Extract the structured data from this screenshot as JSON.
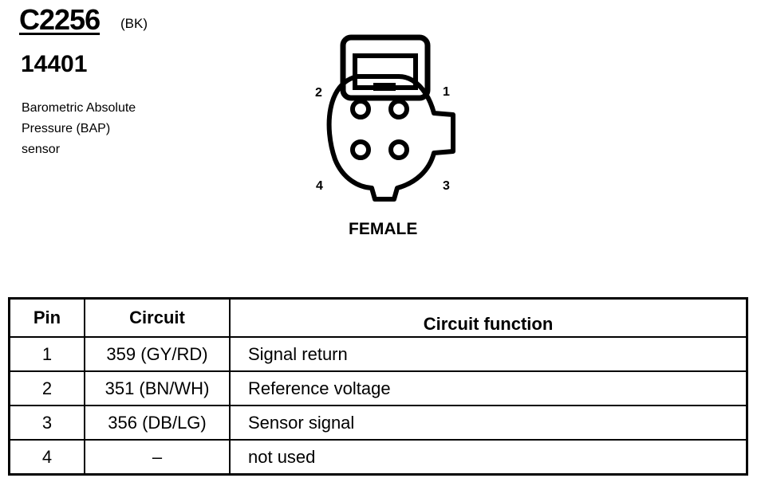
{
  "connector": {
    "id": "C2256",
    "color": "(BK)",
    "part_number": "14401",
    "description": [
      "Barometric Absolute",
      "Pressure (BAP)",
      "sensor"
    ],
    "gender": "FEMALE",
    "pin_labels": [
      "1",
      "2",
      "3",
      "4"
    ]
  },
  "table": {
    "headers": [
      "Pin",
      "Circuit",
      "Circuit function"
    ],
    "rows": [
      {
        "pin": "1",
        "circuit": "359 (GY/RD)",
        "function": "Signal return"
      },
      {
        "pin": "2",
        "circuit": "351 (BN/WH)",
        "function": "Reference voltage"
      },
      {
        "pin": "3",
        "circuit": "356 (DB/LG)",
        "function": "Sensor signal"
      },
      {
        "pin": "4",
        "circuit": "–",
        "function": "not used"
      }
    ]
  }
}
